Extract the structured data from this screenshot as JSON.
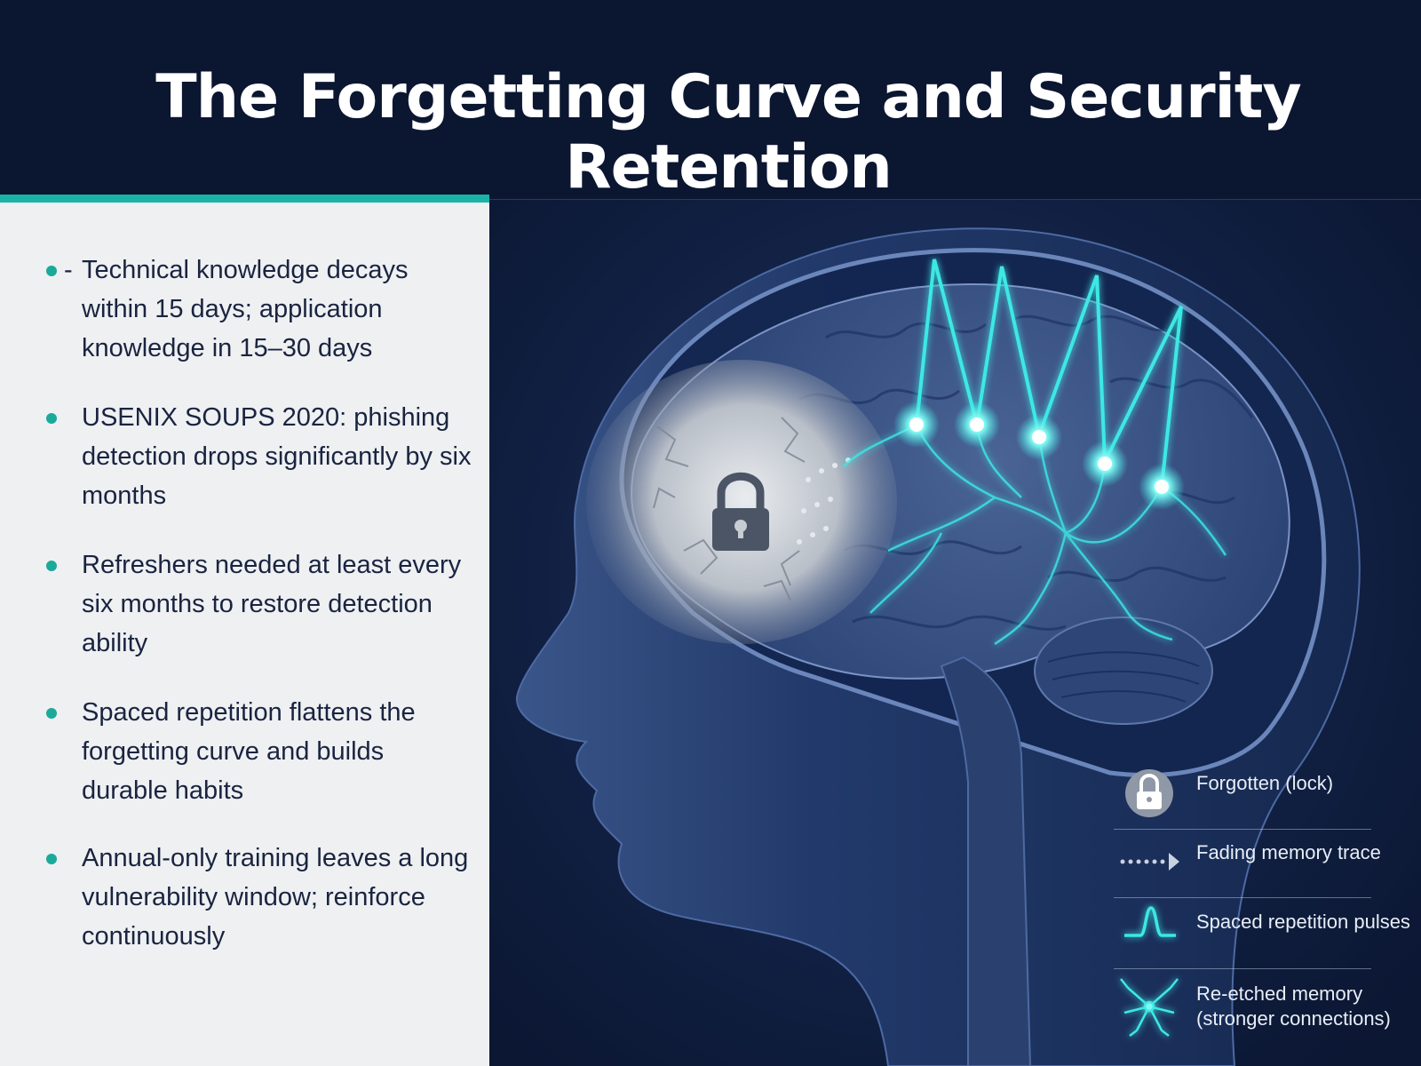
{
  "title": "The Forgetting Curve and Security Retention",
  "bullets": [
    {
      "prefix": "-",
      "text": "Technical knowledge decays within 15 days; application knowledge in 15–30 days"
    },
    {
      "text": "USENIX SOUPS 2020: phishing detection drops significantly by six months"
    },
    {
      "text": "Refreshers needed at least every six months to restore detection ability"
    },
    {
      "text": "Spaced repetition flattens the forgetting curve and builds durable habits"
    },
    {
      "text": "Annual-only training leaves a long vulnerability window; reinforce continuously"
    }
  ],
  "legend": [
    {
      "icon": "lock-icon",
      "label": "Forgotten (lock)"
    },
    {
      "icon": "dotted-arrow-icon",
      "label": "Fading memory trace"
    },
    {
      "icon": "pulse-icon",
      "label": "Spaced repetition pulses"
    },
    {
      "icon": "neuron-icon",
      "label": "Re-etched memory (stronger connections)"
    }
  ],
  "colors": {
    "background": "#0b1733",
    "accent": "#1bb3a8",
    "glow": "#3ee8e4",
    "panel": "#eef0f2",
    "bullet": "#1ba99a"
  }
}
